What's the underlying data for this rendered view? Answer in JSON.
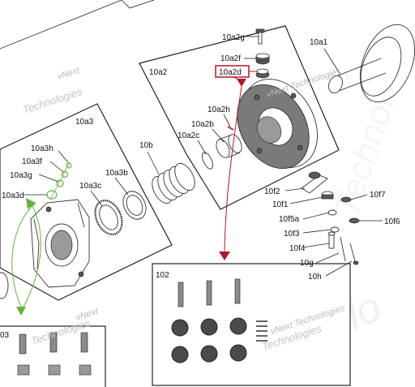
{
  "labels": {
    "l10a1": "10a1",
    "l10a2": "10a2",
    "l10a2g": "10a2g",
    "l10a2f": "10a2f",
    "l10a2d": "10a2d",
    "l10a2h": "10a2h",
    "l10a2b": "10a2b",
    "l10a2c": "10a2c",
    "l10a3": "10a3",
    "l10a3h": "10a3h",
    "l10a3f": "10a3f",
    "l10a3g": "10a3g",
    "l10a3d": "10a3d",
    "l10a3c": "10a3c",
    "l10a3b": "10a3b",
    "l10b": "10b",
    "l10f2": "10f2",
    "l10f1": "10f1",
    "l10f5a": "10f5a",
    "l10f3": "10f3",
    "l10f4": "10f4",
    "l10g": "10g",
    "l10h": "10h",
    "l10f7": "10f7",
    "l10f6": "10f6",
    "l102": "102",
    "l103": "03"
  },
  "watermarks": {
    "w1a": "vNext",
    "w1b": "Technologies",
    "w2a": "vNext Technologies",
    "w3a": "vNext",
    "w3b": "Technologies",
    "w4a": "vNext Technologies",
    "w4b": "Technologies"
  },
  "colors": {
    "highlight": "#b0182a",
    "callout_green": "#63b33a",
    "line": "#222222",
    "watermark": "#bdbdbd"
  }
}
